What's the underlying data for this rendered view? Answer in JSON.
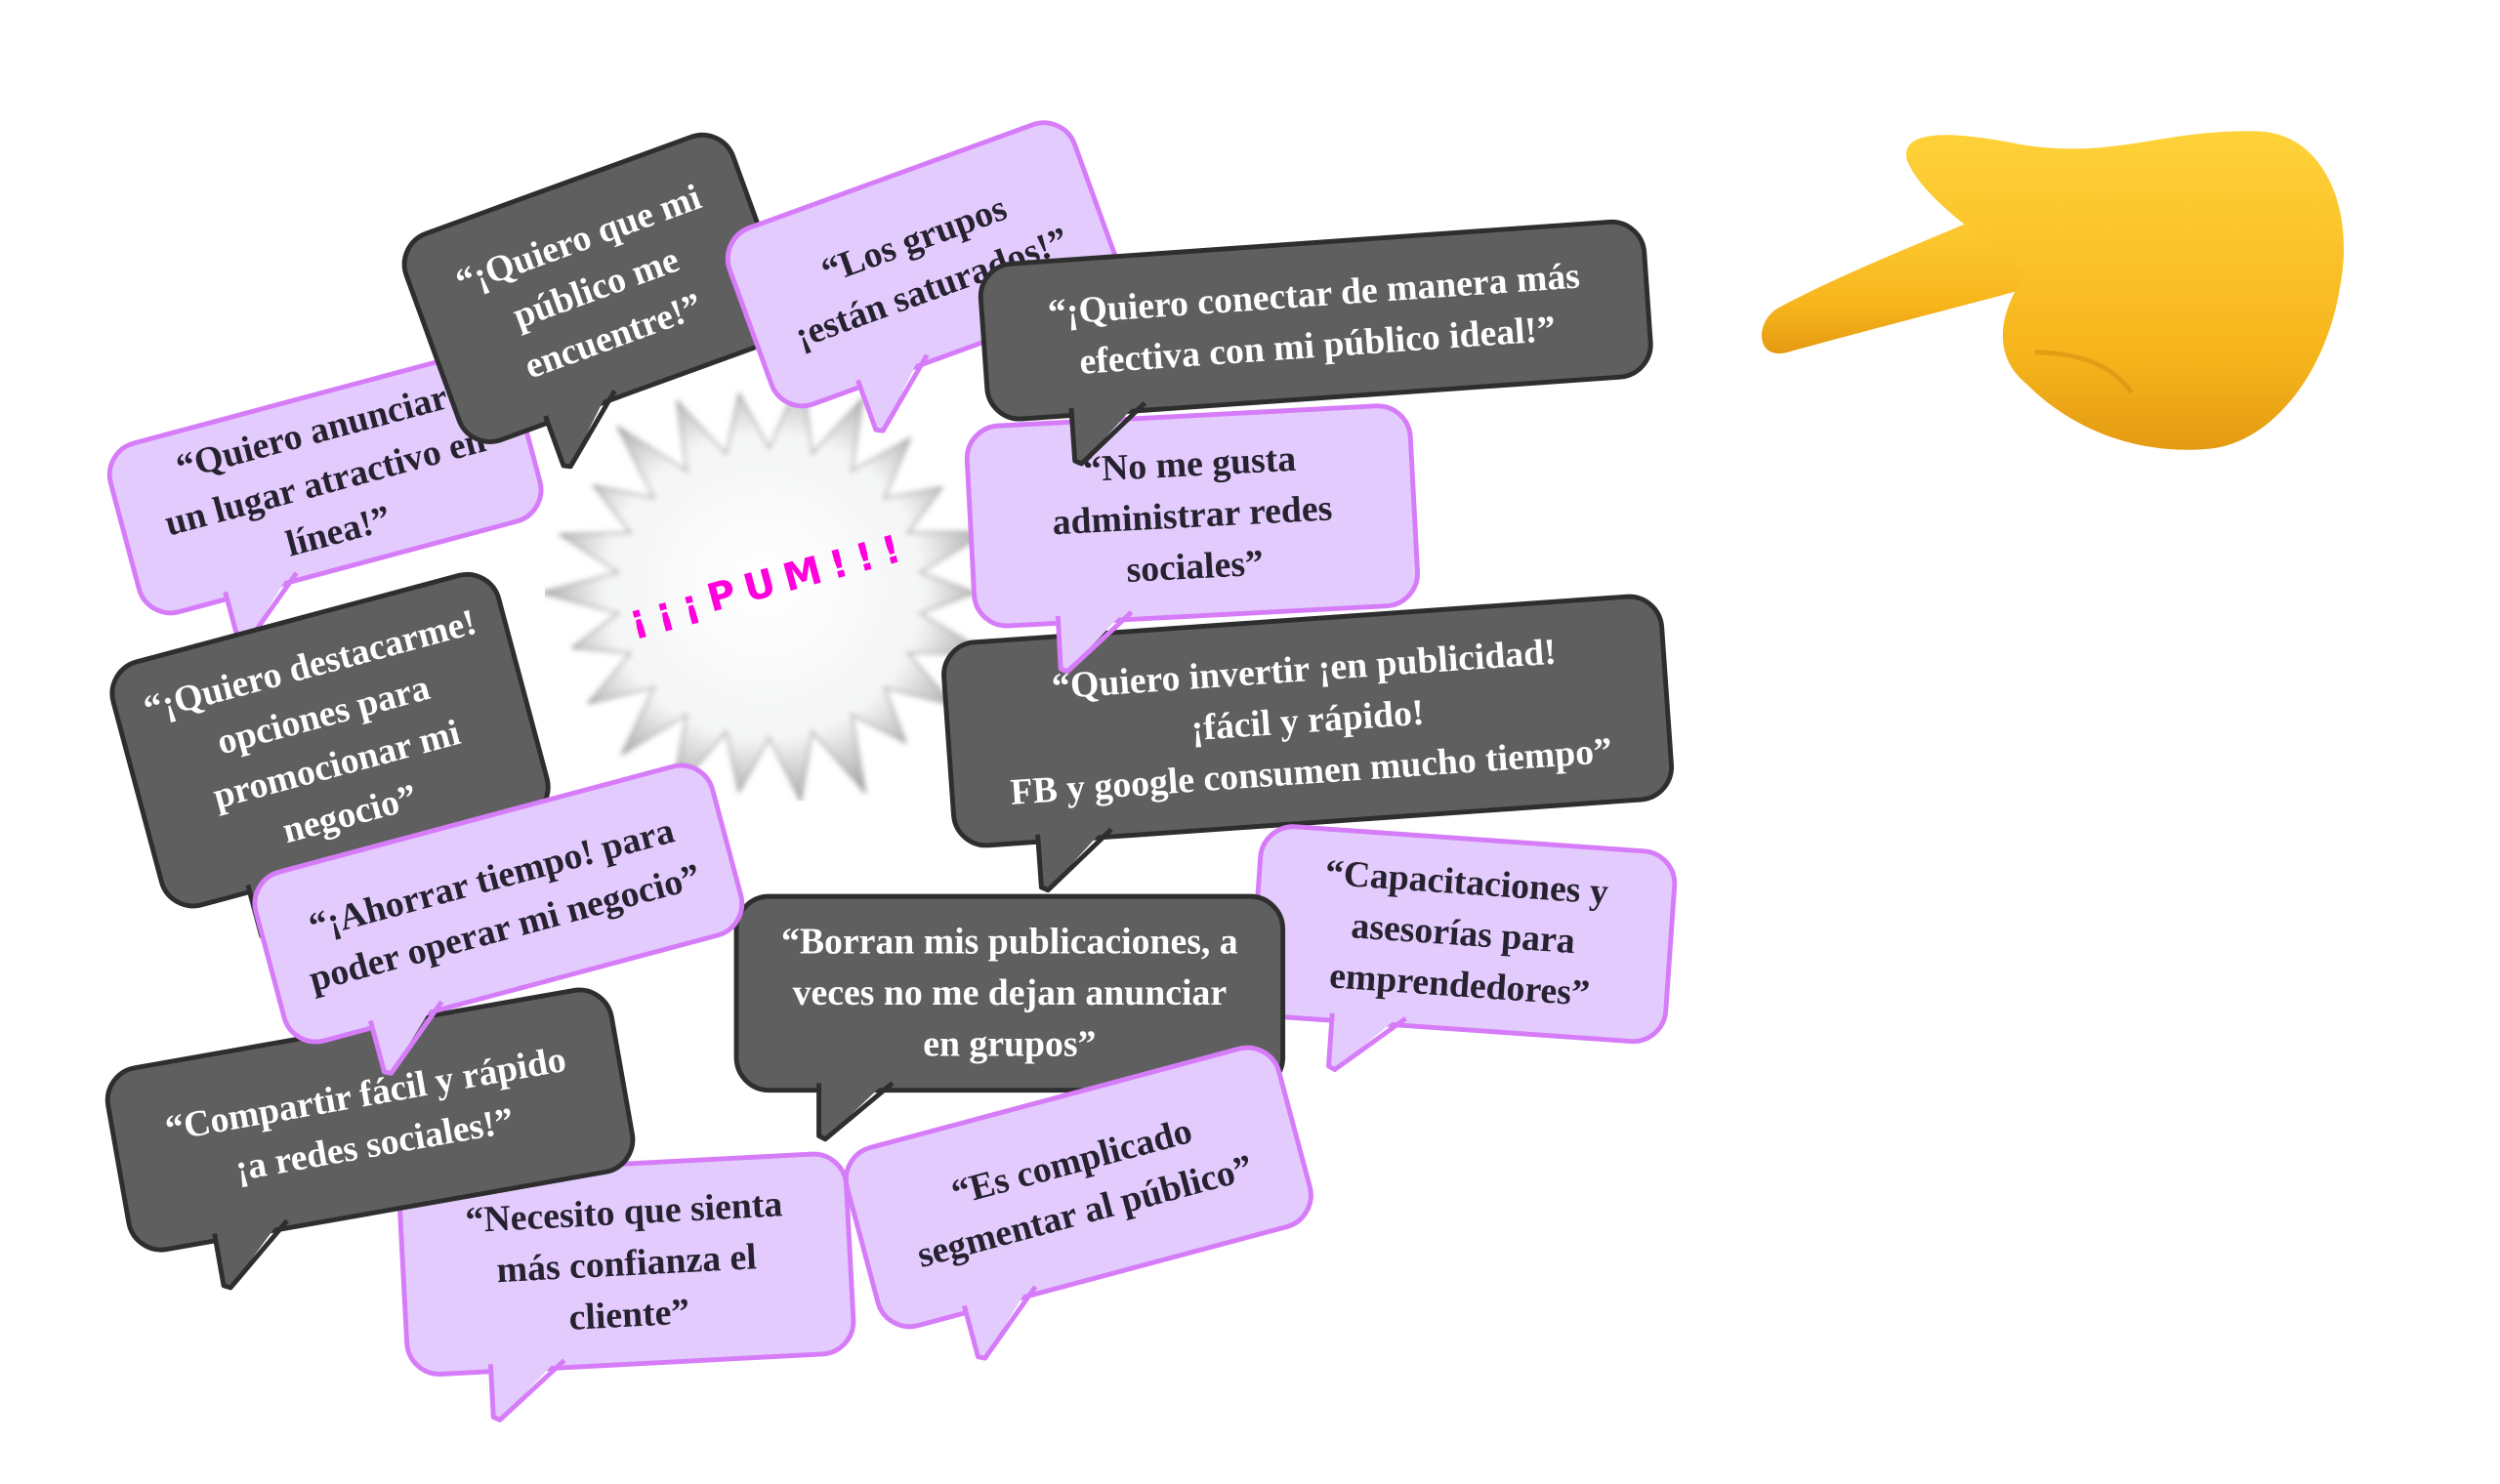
{
  "burst": {
    "text": "¡¡¡PUM!!!",
    "color": "#ff00dd"
  },
  "hand_icon": "backhand-index-pointing-left-icon",
  "colors": {
    "light_fill": "#e3cbfd",
    "light_border": "#d67cf8",
    "dark_fill": "#5f5f5f",
    "dark_border": "#2e2e2e"
  },
  "bubbles": [
    {
      "variant": "light",
      "text": "“Quiero anunciar\nun lugar atractivo en\nlínea!”"
    },
    {
      "variant": "dark",
      "text": "“¡Quiero que mi\npúblico me\nencuentre!”"
    },
    {
      "variant": "light",
      "text": "“Los grupos\n¡están saturados!”"
    },
    {
      "variant": "dark",
      "text": "“Quiero invertir ¡en publicidad!\n¡fácil y rápido!\nFB y google consumen mucho tiempo”"
    },
    {
      "variant": "light",
      "text": "“No me gusta\nadministrar redes\nsociales”"
    },
    {
      "variant": "dark",
      "text": "“¡Quiero conectar de manera más\nefectiva con mi público ideal!”"
    },
    {
      "variant": "dark",
      "text": "“¡Quiero destacarme!\nopciones para\npromocionar mi\nnegocio”"
    },
    {
      "variant": "light",
      "text": "“Capacitaciones y\nasesorías para\nemprendedores”"
    },
    {
      "variant": "dark",
      "text": "“Borran mis publicaciones, a\nveces no me dejan anunciar\nen grupos”"
    },
    {
      "variant": "light",
      "text": "“Es complicado\nsegmentar al público”"
    },
    {
      "variant": "light",
      "text": "“Necesito que sienta\nmás confianza el\ncliente”"
    },
    {
      "variant": "dark",
      "text": "“Compartir fácil y rápido\n¡a redes sociales!”"
    },
    {
      "variant": "light",
      "text": "“¡Ahorrar tiempo! para\npoder operar mi negocio”"
    }
  ]
}
